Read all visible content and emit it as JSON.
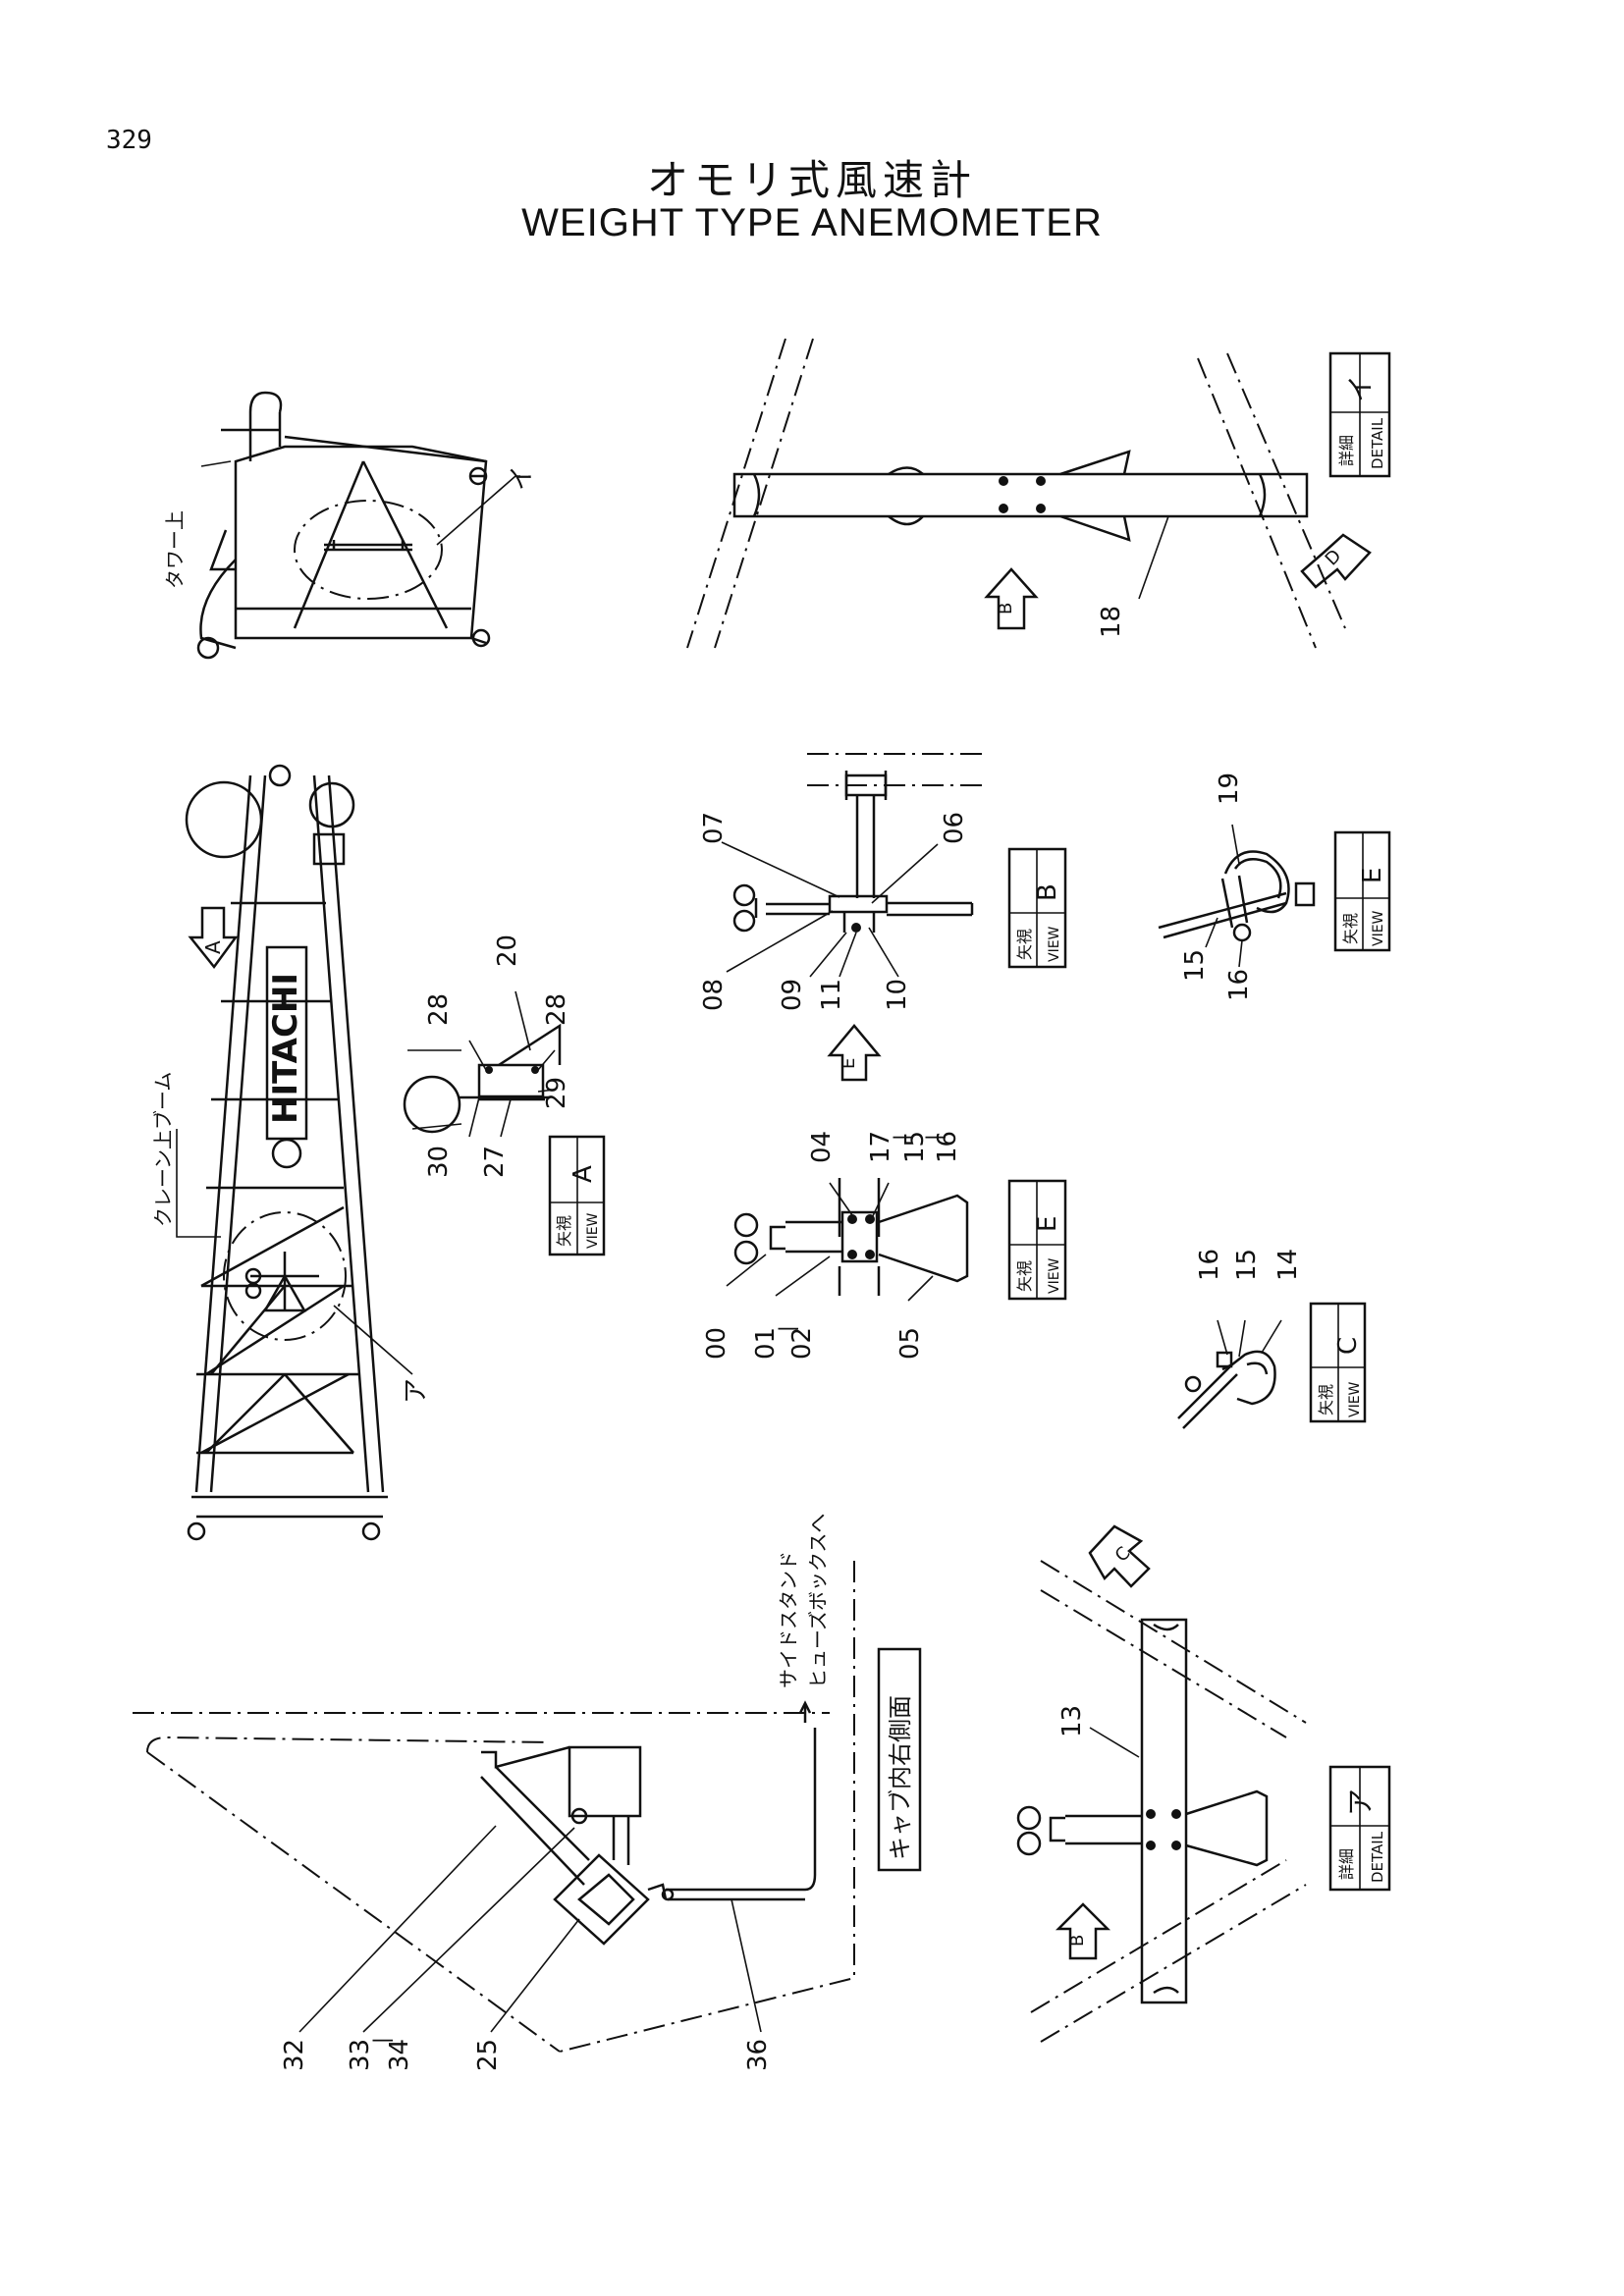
{
  "page_number": "329",
  "title_jp": "オモリ式風速計",
  "title_en": "WEIGHT TYPE ANEMOMETER",
  "notes": {
    "tower_top": "タワー上",
    "crane_boom": "クレーン上ブーム",
    "side_stand": "サイドスタンド",
    "fuse_box": "ヒューズボックスへ",
    "cab_right": "キャブ内右側面",
    "hitachi": "HITACHI"
  },
  "boxes": {
    "detail_i": {
      "jp": "詳細",
      "en": "DETAIL",
      "id": "イ"
    },
    "detail_a": {
      "jp": "詳細",
      "en": "DETAIL",
      "id": "ア"
    },
    "view_a": {
      "jp": "矢視",
      "en": "VIEW",
      "id": "A"
    },
    "view_b": {
      "jp": "矢視",
      "en": "VIEW",
      "id": "B"
    },
    "view_e1": {
      "jp": "矢視",
      "en": "VIEW",
      "id": "E"
    },
    "view_e2": {
      "jp": "矢視",
      "en": "VIEW",
      "id": "E"
    },
    "view_c": {
      "jp": "矢視",
      "en": "VIEW",
      "id": "C"
    }
  },
  "arrows": {
    "a": "A",
    "b1": "B",
    "b2": "B",
    "c": "C",
    "d": "D",
    "e": "E"
  },
  "detail_refs": {
    "i": "イ",
    "a": "ア"
  },
  "parts": {
    "p18": "18",
    "p20": "20",
    "p28a": "28",
    "p28b": "28",
    "p29": "29",
    "p30": "30",
    "p27": "27",
    "p07": "07",
    "p06": "06",
    "p08": "08",
    "p09": "09",
    "p11": "11",
    "p10": "10",
    "p19": "19",
    "p15a": "15",
    "p16a": "16",
    "p04": "04",
    "p17": "17",
    "p15b": "15",
    "p16b": "16",
    "dash1": "|",
    "dash2": "|",
    "p00": "00",
    "p01": "01",
    "dash3": "|",
    "p02": "02",
    "p05": "05",
    "p16c": "16",
    "p15c": "15",
    "p14": "14",
    "p13": "13",
    "p32": "32",
    "p33": "33",
    "dash4": "|",
    "p34": "34",
    "p25": "25",
    "p36": "36"
  }
}
